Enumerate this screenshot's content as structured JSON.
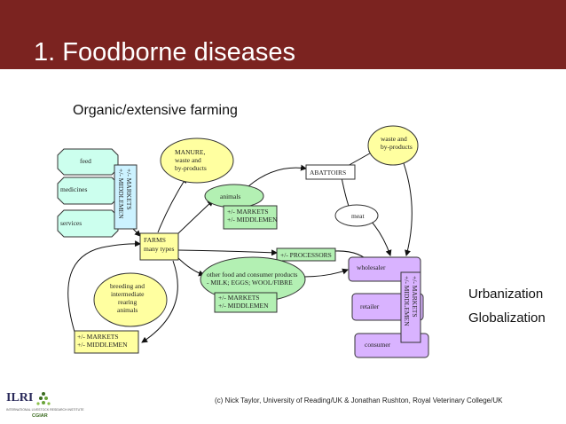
{
  "slide": {
    "title": "1. Foodborne diseases",
    "subtitle": "Organic/extensive farming",
    "urbanization": "Urbanization",
    "globalization": "Globalization",
    "credit": "(c) Nick Taylor, University of Reading/UK & Jonathan Rushton, Royal Veterinary College/UK",
    "logo_ilri": "ILRI",
    "logo_ilri_sub": "INTERNATIONAL LIVESTOCK RESEARCH INSTITUTE",
    "logo_cgiar": "CGIAR"
  },
  "diagram": {
    "feed": "feed",
    "medicines": "medicines",
    "services": "services",
    "markets_vertical_1": "+/- MARKETS",
    "middlemen_vertical_1": "+/- MIDDLEMEN",
    "farms_1": "FARMS",
    "farms_2": "many types",
    "manure_1": "MANURE,",
    "manure_2": "waste and",
    "manure_3": "by-products",
    "animals": "animals",
    "markets_2": "+/- MARKETS",
    "middlemen_2": "+/- MIDDLEMEN",
    "abattoirs": "ABATTOIRS",
    "waste_1": "waste and",
    "waste_2": "by-products",
    "meat": "meat",
    "processors": "+/- PROCESSORS",
    "other_1": "other food and consumer products",
    "other_2": "- MILK; EGGS; WOOL/FIBRE",
    "markets_3": "+/- MARKETS",
    "middlemen_3": "+/- MIDDLEMEN",
    "breeding_1": "breeding and",
    "breeding_2": "intermediate",
    "breeding_3": "rearing",
    "breeding_4": "animals",
    "markets_4": "+/- MARKETS",
    "middlemen_4": "+/- MIDDLEMEN",
    "wholesaler": "wholesaler",
    "retailer": "retailer",
    "consumer": "consumer",
    "markets_vertical_2": "+/- MARKETS",
    "middlemen_vertical_2": "+/- MIDDLEMEN"
  },
  "colors": {
    "header": "#7b2320",
    "input_fill": "#ccffee",
    "yellow_fill": "#ffffa0",
    "green_fill": "#b3f0b3",
    "blue_fill": "#ccf2ff",
    "purple_fill": "#d9b3ff"
  }
}
